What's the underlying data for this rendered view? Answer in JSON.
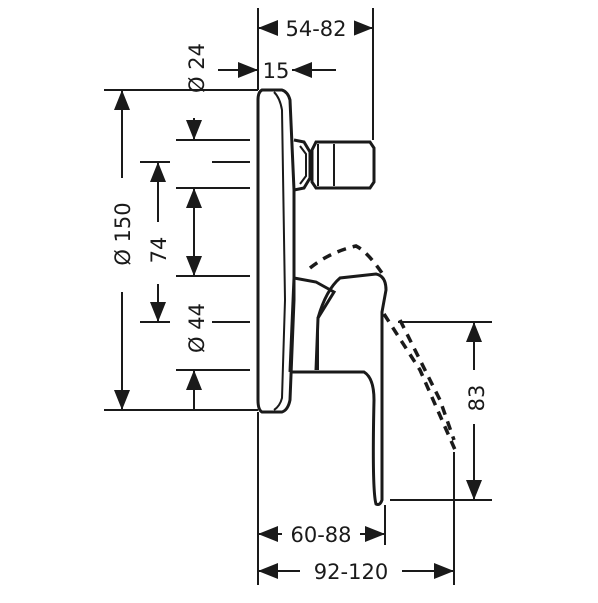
{
  "dimensions": {
    "top_width": "54-82",
    "plate_offset": "15",
    "diameter_small": "Ø 24",
    "diameter_plate": "Ø 150",
    "spacing": "74",
    "diameter_mid": "Ø 44",
    "handle_height": "83",
    "handle_reach": "60-88",
    "handle_reach_open": "92-120"
  },
  "colors": {
    "line": "#1a1a1a",
    "background": "#ffffff"
  }
}
